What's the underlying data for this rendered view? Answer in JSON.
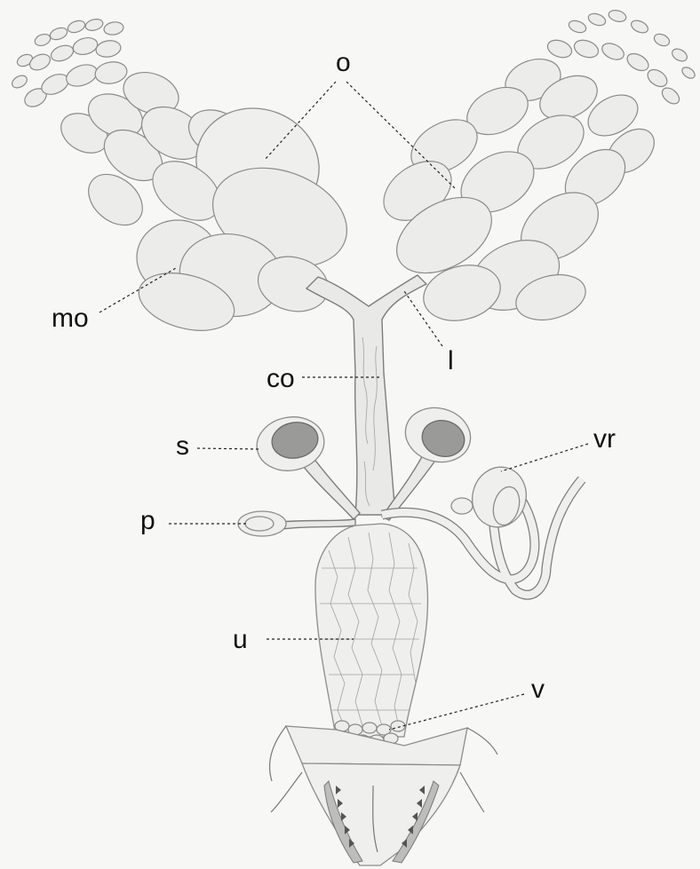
{
  "labels": {
    "o": "o",
    "mo": "mo",
    "l": "l",
    "co": "co",
    "s": "s",
    "vr": "vr",
    "p": "p",
    "u": "u",
    "v": "v"
  },
  "colors": {
    "background": "#f7f7f5",
    "ink": "#111111",
    "pencil": "#8c8c8c"
  }
}
